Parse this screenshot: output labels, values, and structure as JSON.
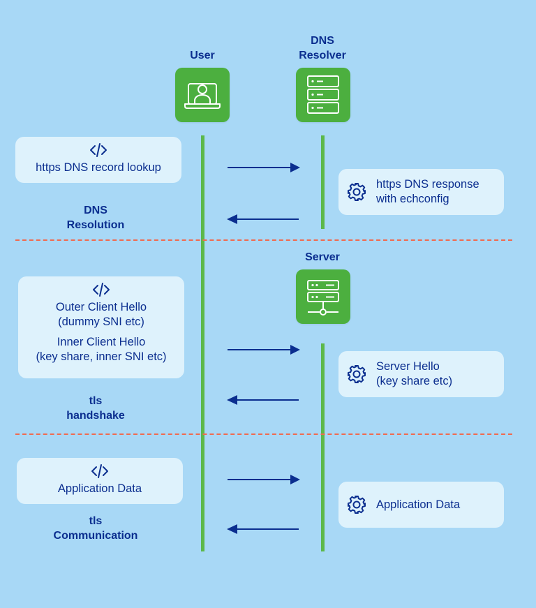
{
  "actors": {
    "user": "User",
    "dns_resolver_line1": "DNS",
    "dns_resolver_line2": "Resolver",
    "server": "Server"
  },
  "dns_section": {
    "request_lines": [
      "https DNS record lookup"
    ],
    "response_lines": [
      "https DNS response",
      "with echconfig"
    ],
    "phase_lines": [
      "DNS",
      "Resolution"
    ]
  },
  "tls_section": {
    "request_lines": [
      "Outer Client Hello",
      "(dummy SNI etc)",
      "Inner Client Hello",
      "(key share, inner SNI etc)"
    ],
    "response_lines": [
      "Server Hello",
      "(key share etc)"
    ],
    "phase_lines": [
      "tls",
      "handshake"
    ]
  },
  "app_section": {
    "request_lines": [
      "Application Data"
    ],
    "response_lines": [
      "Application Data"
    ],
    "phase_lines": [
      "tls",
      "Communication"
    ]
  },
  "colors": {
    "background": "#a8d8f6",
    "accent_green": "#4caf3f",
    "text_navy": "#0b2e8f",
    "card_bg": "#def2fc",
    "divider": "#f06a4f"
  },
  "icons": {
    "user": "user-laptop-icon",
    "dns_resolver": "server-rack-icon",
    "server": "network-server-icon",
    "request": "code-icon",
    "response": "gear-icon"
  }
}
